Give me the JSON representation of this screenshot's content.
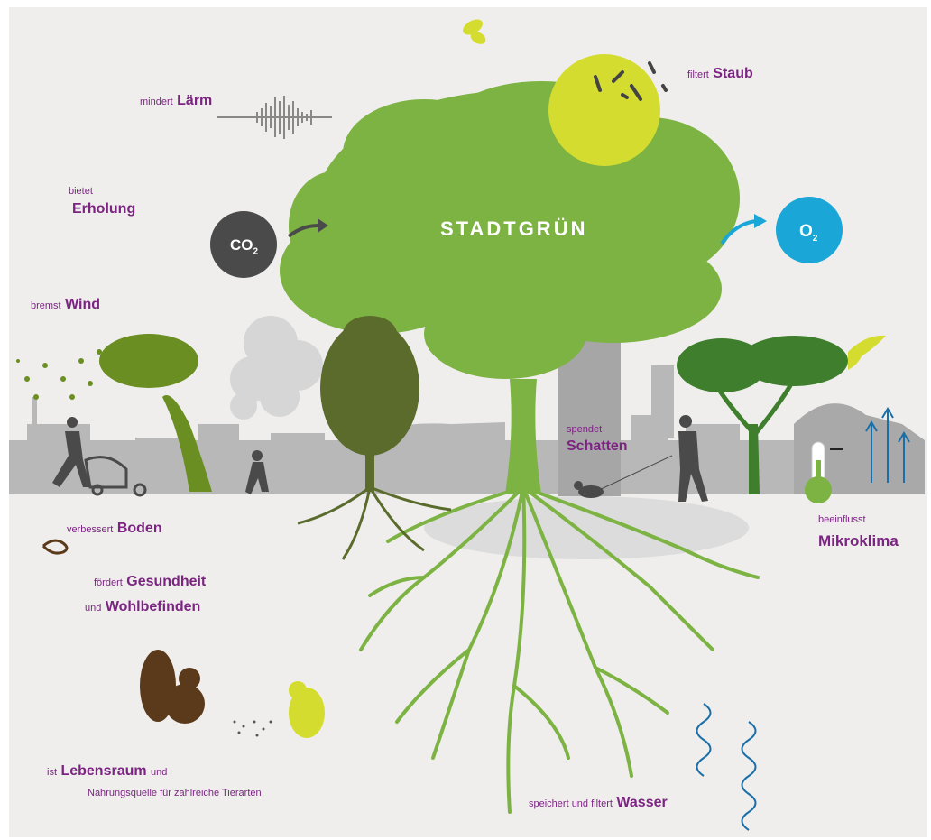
{
  "title": "STADTGRÜN",
  "co2": {
    "main": "CO",
    "sub": "2"
  },
  "o2": {
    "main": "O",
    "sub": "2"
  },
  "labels": {
    "laerm": {
      "small": "mindert",
      "big": "Lärm"
    },
    "staub": {
      "small": "filtert",
      "big": "Staub"
    },
    "erholung": {
      "small": "bietet",
      "big": "Erholung"
    },
    "wind": {
      "small": "bremst",
      "big": "Wind"
    },
    "schatten": {
      "small": "spendet",
      "big": "Schatten"
    },
    "mikroklima": {
      "small": "beeinflusst",
      "big": "Mikroklima"
    },
    "boden": {
      "small": "verbessert",
      "big": "Boden"
    },
    "gesundheit": {
      "small1": "fördert",
      "big1": "Gesundheit",
      "small2": "und",
      "big2": "Wohlbefinden"
    },
    "lebensraum": {
      "small1": "ist",
      "big1": "Lebensraum",
      "small2": "und",
      "line2": "Nahrungsquelle für zahlreiche Tierarten"
    },
    "wasser": {
      "small": "speichert und filtert",
      "big": "Wasser"
    }
  },
  "icons": [
    "co2-circle",
    "o2-circle",
    "dust-circle",
    "sound-wave-icon",
    "butterfly-icon",
    "bird-icon",
    "squirrel-icon",
    "worm-icon",
    "thermometer-icon",
    "heat-arrows-icon",
    "water-wave-icon",
    "jogger-icon",
    "stroller-icon",
    "child-icon",
    "walker-icon",
    "dog-icon"
  ],
  "colors": {
    "accent": "#7b2481",
    "tree_green": "#7cb342",
    "dark_green": "#4e6b2a",
    "yellow": "#d4dd2f",
    "blue": "#1aa6d6",
    "city_gray": "#b5b5b5"
  }
}
